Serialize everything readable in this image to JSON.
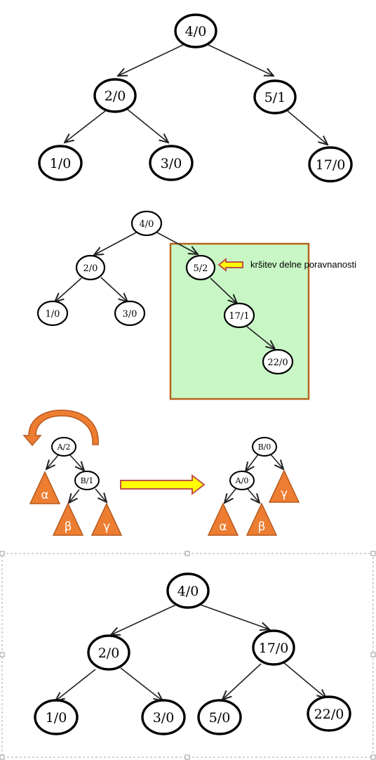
{
  "colors": {
    "highlight_fill": "#c8f7c5",
    "highlight_border": "#b5651d",
    "subtree_orange": "#ed7d31",
    "arrow_yellow": "#ffff00",
    "arrow_border": "#c0504d"
  },
  "tree1": {
    "nodes": [
      "4/0",
      "2/0",
      "5/1",
      "1/0",
      "3/0",
      "17/0"
    ]
  },
  "tree2": {
    "nodes": [
      "4/0",
      "2/0",
      "5/2",
      "1/0",
      "3/0",
      "17/1",
      "22/0"
    ],
    "annotation": "kršitev delne poravnanosti"
  },
  "rotation": {
    "before_nodes": [
      "A/2",
      "B/1"
    ],
    "before_subtrees": [
      "α",
      "β",
      "γ"
    ],
    "after_nodes": [
      "B/0",
      "A/0"
    ],
    "after_subtrees": [
      "γ",
      "α",
      "β"
    ]
  },
  "tree3": {
    "nodes": [
      "4/0",
      "2/0",
      "17/0",
      "1/0",
      "3/0",
      "5/0",
      "22/0"
    ]
  }
}
